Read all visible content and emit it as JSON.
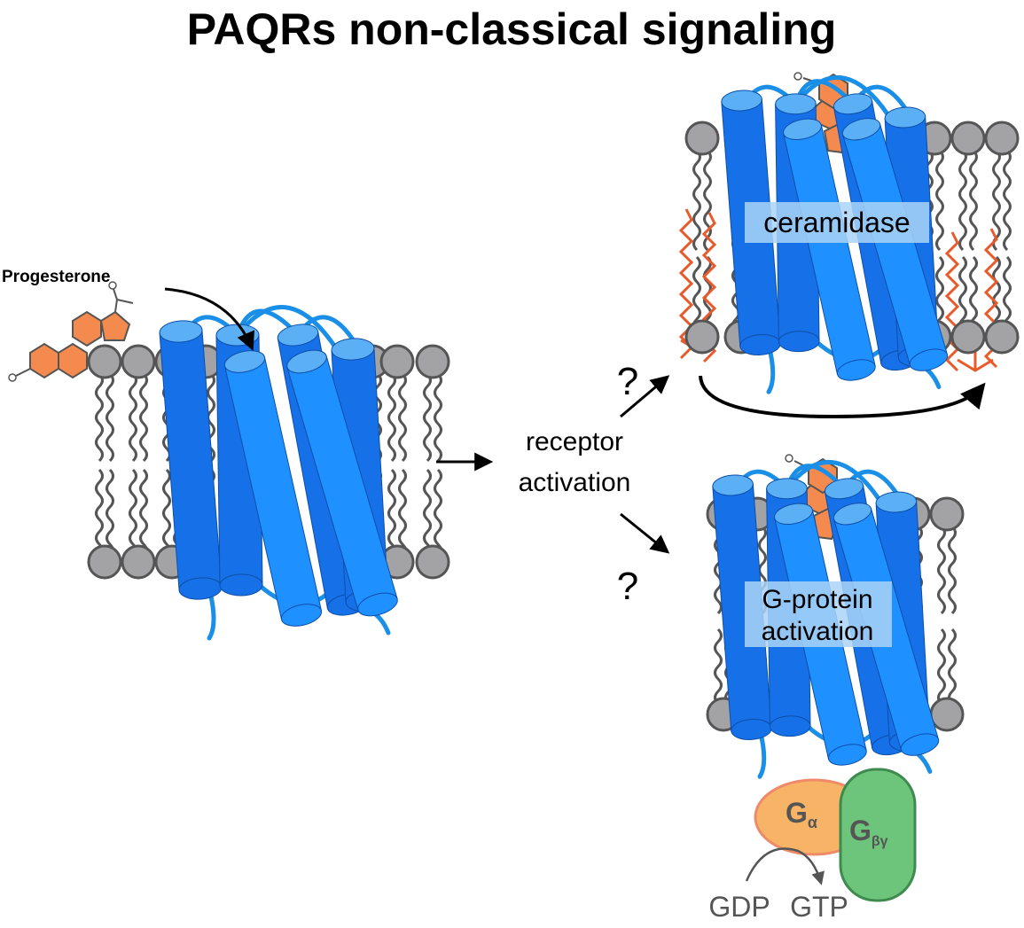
{
  "title": "PAQRs non-classical signaling",
  "labels": {
    "progesterone": "Progesterone",
    "receptor_line1": "receptor",
    "receptor_line2": "activation",
    "question": "?",
    "ceramidase": "ceramidase",
    "gprotein_line1": "G-protein",
    "gprotein_line2": "activation",
    "g_alpha_main": "G",
    "g_alpha_sub": "α",
    "g_betagamma_main": "G",
    "g_betagamma_sub": "βγ",
    "gdp": "GDP",
    "gtp": "GTP"
  },
  "colors": {
    "helix_dark": "#1670e8",
    "helix_mid": "#1e90ff",
    "helix_top": "#5bb0f5",
    "loop": "#1a8fe8",
    "lipid_head": "#a3a3a6",
    "lipid_stroke": "#555555",
    "tail": "#555555",
    "steroid": "#f58a4e",
    "ceramide": "#e85a2a",
    "g_alpha": "#f8b466",
    "g_alpha_stroke": "#ee8a6a",
    "g_betagamma": "#6cc57a",
    "g_betagamma_stroke": "#3f8a4e",
    "label_box": "#a9d3f7"
  }
}
